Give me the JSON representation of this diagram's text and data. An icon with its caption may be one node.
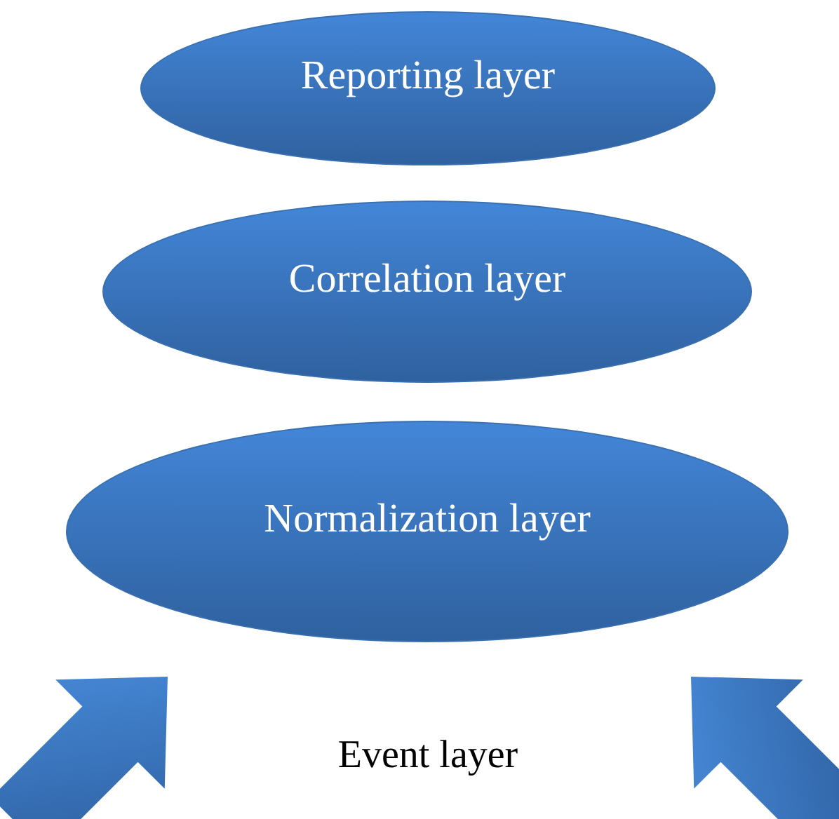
{
  "diagram": {
    "nodes": [
      {
        "text": [
          "Reporting layer"
        ]
      },
      {
        "text": [
          "Correlation layer"
        ]
      },
      {
        "text": [
          "Normalization layer"
        ]
      },
      {
        "text": [
          "Event layer"
        ]
      }
    ],
    "edges": [
      {
        "from": null,
        "to": 2,
        "arrow": "to"
      },
      {
        "from": null,
        "to": 2,
        "arrow": "to"
      }
    ]
  }
}
